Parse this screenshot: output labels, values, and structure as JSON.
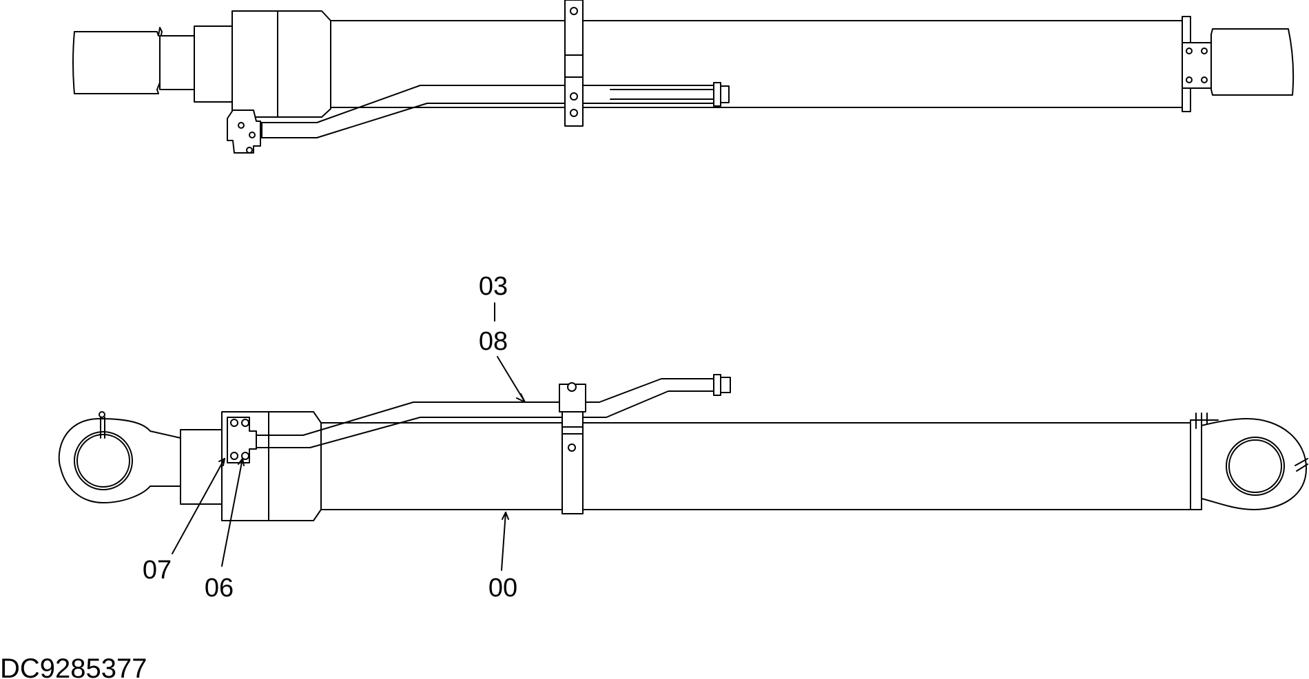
{
  "drawing": {
    "document_number": "DC9285377",
    "colors": {
      "line": "#000000",
      "background": "#ffffff"
    },
    "callouts": [
      {
        "id": "c03",
        "text": "03"
      },
      {
        "id": "c08",
        "text": "08"
      },
      {
        "id": "c07",
        "text": "07"
      },
      {
        "id": "c06",
        "text": "06"
      },
      {
        "id": "c00",
        "text": "00"
      }
    ]
  }
}
